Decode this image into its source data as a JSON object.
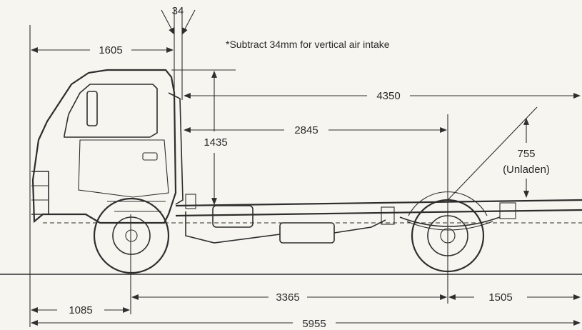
{
  "note": "*Subtract 34mm for vertical air intake",
  "dimensions": {
    "air_intake": "34",
    "front_to_cab_back": "1605",
    "cab_to_rear": "4350",
    "cab_to_rear_axle": "2845",
    "cab_height": "1435",
    "frame_height_value": "755",
    "frame_height_note": "(Unladen)",
    "front_overhang": "1085",
    "wheelbase": "3365",
    "rear_overhang": "1505",
    "overall_length": "5955"
  },
  "colors": {
    "ink": "#2e2e2e",
    "paper": "#f7f5ef"
  }
}
